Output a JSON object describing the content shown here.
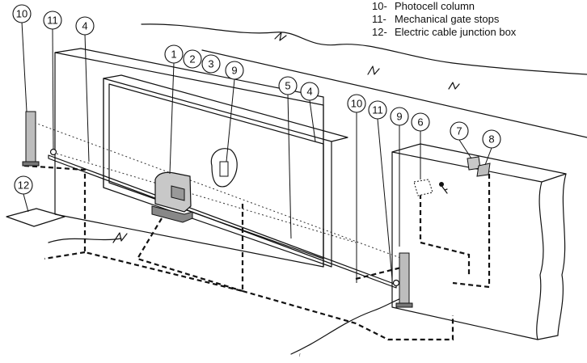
{
  "legend": [
    {
      "num": "10-",
      "text": "Photocell column"
    },
    {
      "num": "11-",
      "text": "Mechanical gate stops"
    },
    {
      "num": "12-",
      "text": "Electric cable junction box"
    }
  ],
  "callouts": {
    "c1": "1",
    "c2": "2",
    "c3": "3",
    "c4a": "4",
    "c4b": "4",
    "c5": "5",
    "c6": "6",
    "c7": "7",
    "c8": "8",
    "c9a": "9",
    "c9b": "9",
    "c10a": "10",
    "c10b": "10",
    "c11a": "11",
    "c11b": "11",
    "c12": "12"
  },
  "colors": {
    "gate_panel": "#a9a9a9",
    "gate_frame": "#d8d8d8",
    "motor_body": "#c8c8c8",
    "ink": "#111111"
  }
}
